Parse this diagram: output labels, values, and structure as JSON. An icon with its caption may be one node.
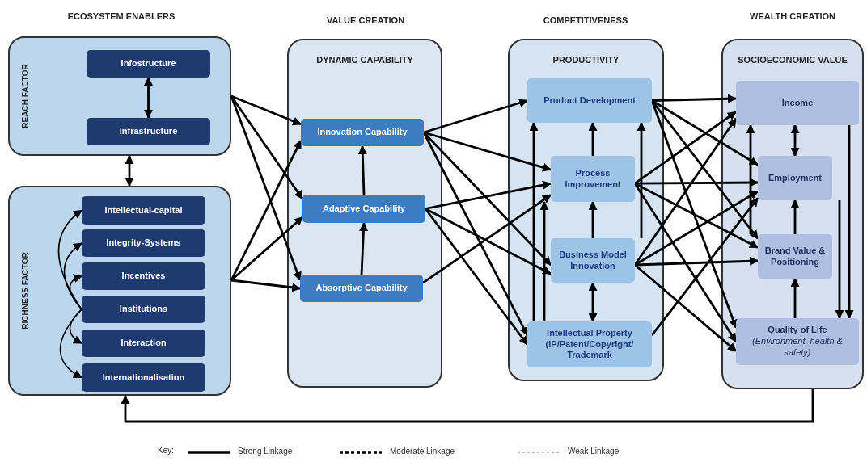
{
  "diagram": {
    "nodes": [
      {
        "text": [
          "REACH FACTOR"
        ]
      },
      {
        "text": [
          "Infostructure"
        ],
        "in": 0
      },
      {
        "text": [
          "Infrastructure"
        ],
        "in": 0
      },
      {
        "text": [
          "RICHNESS FACTOR"
        ]
      },
      {
        "text": [
          "Intellectual-capital"
        ],
        "in": 3
      },
      {
        "text": [
          "Integrity-Systems"
        ],
        "in": 3
      },
      {
        "text": [
          "Incentives"
        ],
        "in": 3
      },
      {
        "text": [
          "Institutions"
        ],
        "in": 3
      },
      {
        "text": [
          "Interaction"
        ],
        "in": 3
      },
      {
        "text": [
          "Internationalisation"
        ],
        "in": 3
      },
      {
        "text": [
          "DYNAMIC CAPABILITY"
        ]
      },
      {
        "text": [
          "Innovation Capability"
        ],
        "in": 10
      },
      {
        "text": [
          "Adaptive Capability"
        ],
        "in": 10
      },
      {
        "text": [
          "Absorptive Capability"
        ],
        "in": 10
      },
      {
        "text": [
          "PRODUCTIVITY"
        ]
      },
      {
        "text": [
          "Product Development"
        ],
        "in": 14
      },
      {
        "text": [
          "Process Improvement"
        ],
        "in": 14
      },
      {
        "text": [
          "Business Model Innovation"
        ],
        "in": 14
      },
      {
        "text": [
          "Intellectual Property (IP/Patent/Copyright/ Trademark"
        ],
        "in": 14
      },
      {
        "text": [
          "SOCIOECONOMIC VALUE"
        ]
      },
      {
        "text": [
          "Income"
        ],
        "in": 19
      },
      {
        "text": [
          "Employment"
        ],
        "in": 19
      },
      {
        "text": [
          "Brand Value & Positioning"
        ],
        "in": 19
      },
      {
        "text": [
          "Quality of Life",
          "(Environment, health & safety)"
        ],
        "in": 19
      }
    ],
    "edges": [
      {
        "from": 1,
        "to": 2,
        "arrow": "both"
      },
      {
        "from": 0,
        "to": 3,
        "arrow": "both"
      },
      {
        "from": 7,
        "to": 4,
        "arrow": "to"
      },
      {
        "from": 7,
        "to": 5,
        "arrow": "to"
      },
      {
        "from": 7,
        "to": 6,
        "arrow": "to"
      },
      {
        "from": 7,
        "to": 8,
        "arrow": "to"
      },
      {
        "from": 7,
        "to": 9,
        "arrow": "to"
      },
      {
        "from": 0,
        "to": 11,
        "arrow": "to"
      },
      {
        "from": 0,
        "to": 12,
        "arrow": "to"
      },
      {
        "from": 0,
        "to": 13,
        "arrow": "to"
      },
      {
        "from": 3,
        "to": 11,
        "arrow": "to"
      },
      {
        "from": 3,
        "to": 12,
        "arrow": "to"
      },
      {
        "from": 3,
        "to": 13,
        "arrow": "to"
      },
      {
        "from": 11,
        "to": 15,
        "arrow": "to"
      },
      {
        "from": 11,
        "to": 16,
        "arrow": "to"
      },
      {
        "from": 11,
        "to": 17,
        "arrow": "to"
      },
      {
        "from": 11,
        "to": 18,
        "arrow": "to"
      },
      {
        "from": 12,
        "to": 16,
        "arrow": "to"
      },
      {
        "from": 12,
        "to": 17,
        "arrow": "to"
      },
      {
        "from": 12,
        "to": 18,
        "arrow": "to"
      },
      {
        "from": 13,
        "to": 16,
        "arrow": "to"
      },
      {
        "from": 16,
        "to": 15,
        "arrow": "to"
      },
      {
        "from": 17,
        "to": 16,
        "arrow": "to"
      },
      {
        "from": 17,
        "to": 18,
        "arrow": "both"
      },
      {
        "from": 18,
        "to": 15,
        "arrow": "to"
      },
      {
        "from": 18,
        "to": 16,
        "arrow": "to"
      },
      {
        "from": 17,
        "to": 15,
        "arrow": "to"
      },
      {
        "from": 15,
        "to": 20,
        "arrow": "to"
      },
      {
        "from": 15,
        "to": 21,
        "arrow": "to"
      },
      {
        "from": 15,
        "to": 22,
        "arrow": "to"
      },
      {
        "from": 15,
        "to": 23,
        "arrow": "to"
      },
      {
        "from": 16,
        "to": 20,
        "arrow": "to"
      },
      {
        "from": 16,
        "to": 21,
        "arrow": "to"
      },
      {
        "from": 16,
        "to": 22,
        "arrow": "to"
      },
      {
        "from": 16,
        "to": 23,
        "arrow": "to"
      },
      {
        "from": 17,
        "to": 20,
        "arrow": "to"
      },
      {
        "from": 17,
        "to": 21,
        "arrow": "to"
      },
      {
        "from": 17,
        "to": 22,
        "arrow": "to"
      },
      {
        "from": 17,
        "to": 23,
        "arrow": "to"
      },
      {
        "from": 18,
        "to": 21,
        "arrow": "to"
      },
      {
        "from": 20,
        "to": 21,
        "arrow": "both"
      },
      {
        "from": 22,
        "to": 21,
        "arrow": "to"
      },
      {
        "from": 23,
        "to": 22,
        "arrow": "to"
      },
      {
        "from": 22,
        "to": 20,
        "arrow": "to"
      },
      {
        "from": 20,
        "to": 23,
        "arrow": "to"
      },
      {
        "from": 21,
        "to": 23,
        "arrow": "to"
      },
      {
        "from": 19,
        "to": 3,
        "arrow": "to"
      },
      {
        "from": 12,
        "to": 11,
        "arrow": "to"
      },
      {
        "from": 13,
        "to": 12,
        "arrow": "to"
      }
    ],
    "labels": [
      "ECOSYSTEM ENABLERS",
      "VALUE CREATION",
      "COMPETITIVENESS",
      "WEALTH CREATION",
      "Key:"
    ],
    "legend": [
      {
        "text": "Strong Linkage"
      },
      {
        "text": "Moderate Linkage"
      },
      {
        "text": "Weak Linkage"
      }
    ]
  }
}
